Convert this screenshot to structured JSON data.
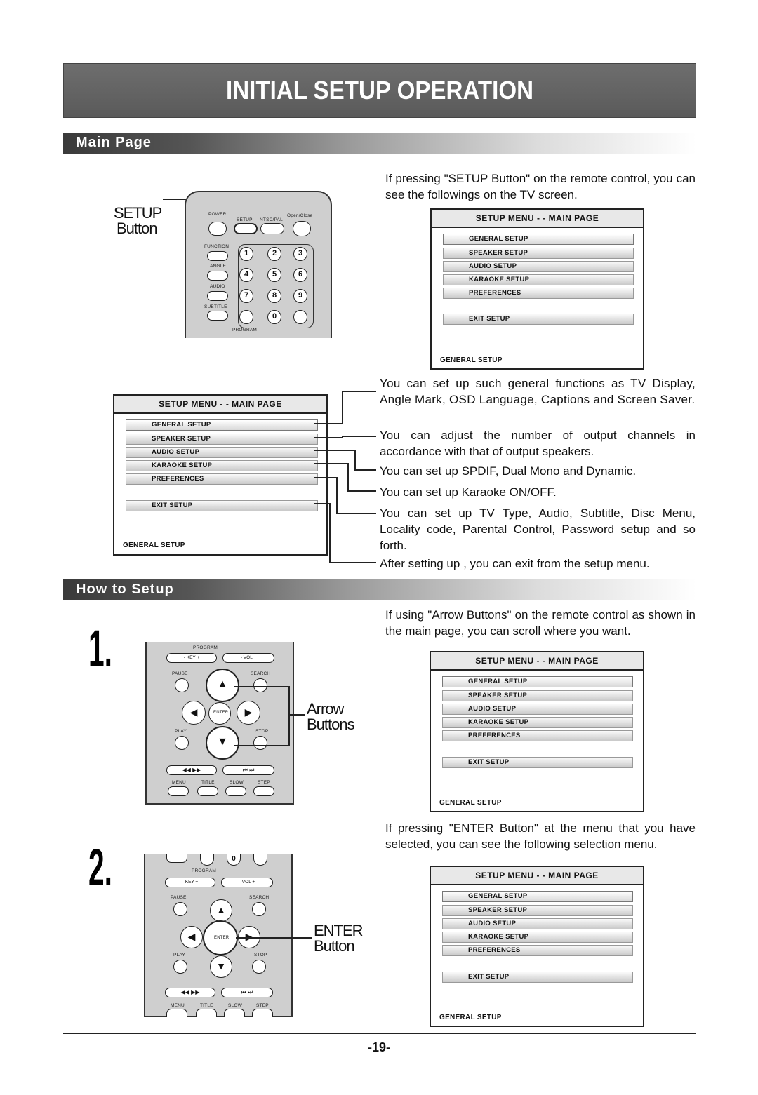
{
  "title": "INITIAL SETUP OPERATION",
  "sections": {
    "main_page": "Main Page",
    "how_to_setup": "How to Setup"
  },
  "labels": {
    "setup_button_line1": "SETUP",
    "setup_button_line2": "Button",
    "arrow_buttons_line1": "Arrow",
    "arrow_buttons_line2": "Buttons",
    "enter_button_line1": "ENTER",
    "enter_button_line2": "Button",
    "step1": "1.",
    "step2": "2."
  },
  "menu": {
    "header": "SETUP MENU - - MAIN PAGE",
    "items": [
      "GENERAL SETUP",
      "SPEAKER SETUP",
      "AUDIO SETUP",
      "KARAOKE SETUP",
      "PREFERENCES"
    ],
    "exit": "EXIT SETUP",
    "footer": "GENERAL SETUP"
  },
  "remote": {
    "power": "POWER",
    "setup": "SETUP",
    "ntsc_pal": "NTSC/PAL",
    "open_close": "Open/Close",
    "function": "FUNCTION",
    "angle": "ANGLE",
    "audio": "AUDIO",
    "subtitle": "SUBTITLE",
    "program": "PROGRAM",
    "key": "-   KEY   +",
    "vol": "-   VOL   +",
    "pause": "PAUSE",
    "search": "SEARCH",
    "enter": "ENTER",
    "play": "PLAY",
    "stop": "STOP",
    "menu": "MENU",
    "title": "TITLE",
    "slow": "SLOW",
    "step": "STEP",
    "digits": [
      "1",
      "2",
      "3",
      "4",
      "5",
      "6",
      "7",
      "8",
      "9",
      "0"
    ]
  },
  "text": {
    "intro": "If pressing \"SETUP Button\" on the remote control, you can see the followings on the TV screen.",
    "general": "You can set up such general functions as TV Display, Angle Mark, OSD Language, Captions and Screen Saver.",
    "speaker": "You can adjust the number of output channels in accordance with that of output speakers.",
    "audio": "You can set up SPDIF, Dual Mono and Dynamic.",
    "karaoke": "You can set up Karaoke ON/OFF.",
    "preferences": "You can set up TV Type, Audio, Subtitle, Disc Menu, Locality code, Parental Control,  Password setup and so forth.",
    "exit": "After setting up , you can exit from the setup menu.",
    "arrow": "If using \"Arrow Buttons\" on the remote control as shown in the main page, you can scroll where you want.",
    "enter": "If pressing \"ENTER Button\" at the menu that you have selected, you can see the following selection menu."
  },
  "page_number": "-19-"
}
